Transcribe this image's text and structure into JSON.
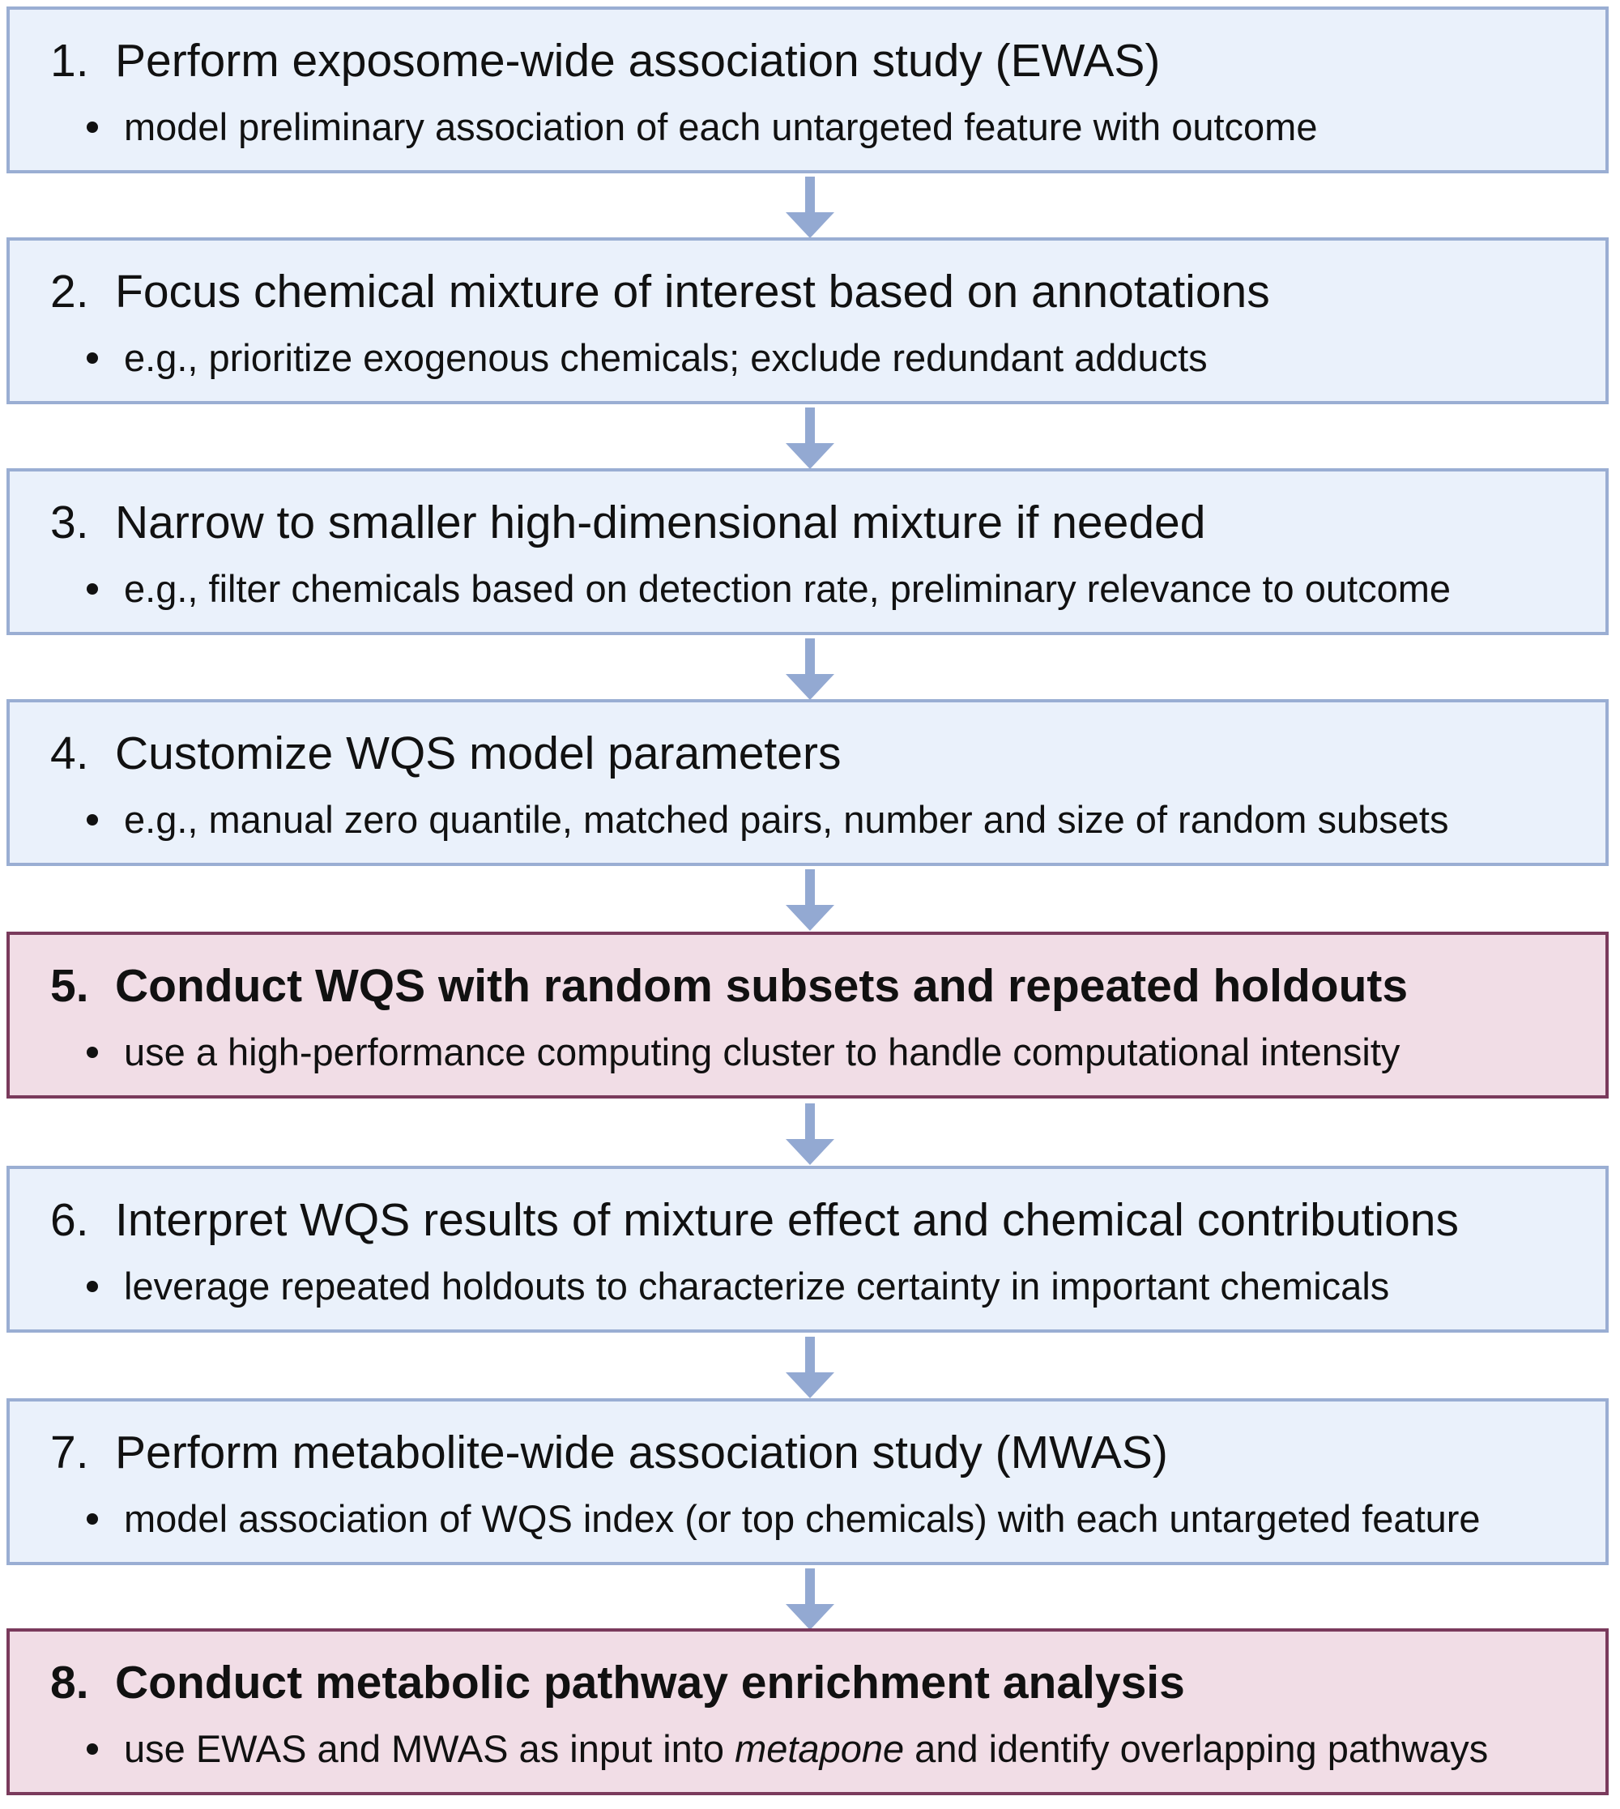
{
  "steps": [
    {
      "number": "1.",
      "title": "Perform exposome-wide association study (EWAS)",
      "bullet": "model preliminary association of each untargeted feature with outcome"
    },
    {
      "number": "2.",
      "title": "Focus chemical mixture of interest based on annotations",
      "bullet": "e.g., prioritize exogenous chemicals; exclude redundant adducts"
    },
    {
      "number": "3.",
      "title": "Narrow to smaller high-dimensional mixture if needed",
      "bullet": "e.g., filter chemicals based on detection rate, preliminary relevance to outcome"
    },
    {
      "number": "4.",
      "title": "Customize WQS model parameters",
      "bullet": "e.g., manual zero quantile, matched pairs, number and size of random subsets"
    },
    {
      "number": "5.",
      "title": "Conduct WQS with random subsets and repeated holdouts",
      "bullet": "use a high-performance computing cluster to handle computational intensity"
    },
    {
      "number": "6.",
      "title": "Interpret WQS results of mixture effect and chemical contributions",
      "bullet": "leverage repeated holdouts to characterize certainty in important chemicals"
    },
    {
      "number": "7.",
      "title": "Perform metabolite-wide association study (MWAS)",
      "bullet": "model association of WQS index (or top chemicals) with each untargeted feature"
    },
    {
      "number": "8.",
      "title": "Conduct metabolic pathway enrichment analysis",
      "bullet_before": "use EWAS and MWAS as input into ",
      "bullet_italic": "metapone",
      "bullet_after": " and identify overlapping pathways"
    }
  ],
  "colors": {
    "normal_fill": "#eaf1fb",
    "normal_border": "#9aaed3",
    "highlight_fill": "#f1dde6",
    "highlight_border": "#7a3a5c",
    "arrow": "#93a9d2"
  }
}
